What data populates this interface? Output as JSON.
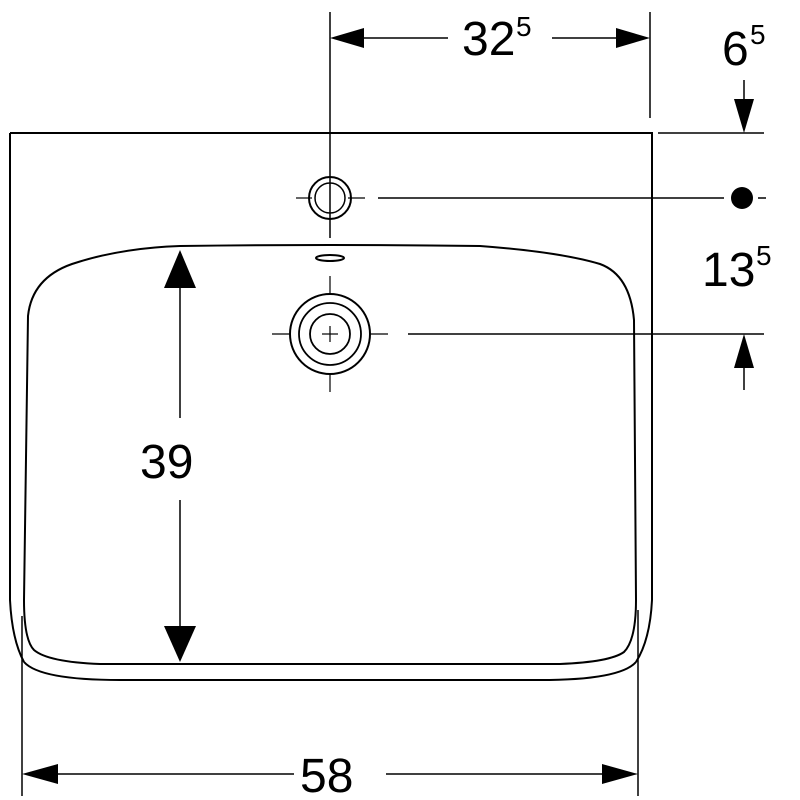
{
  "dimensions": {
    "top_width": {
      "main": "32",
      "sup": "5"
    },
    "top_offset": {
      "main": "6",
      "sup": "5"
    },
    "hole_offset": {
      "main": "13",
      "sup": "5"
    },
    "bowl_depth": {
      "main": "39"
    },
    "overall_width": {
      "main": "58"
    }
  }
}
